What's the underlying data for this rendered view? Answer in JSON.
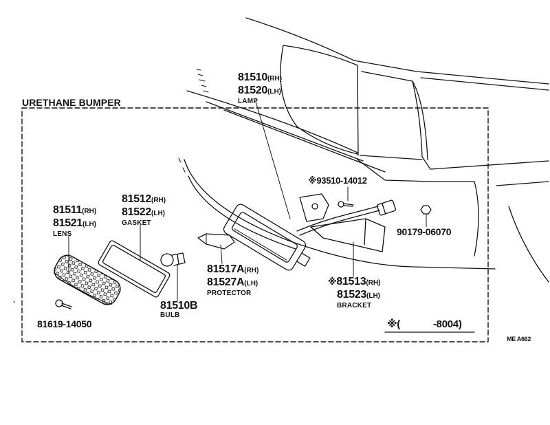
{
  "colors": {
    "ink": "#111111",
    "background": "#ffffff"
  },
  "diagram": {
    "section_title": "URETHANE BUMPER",
    "ref_code": "ME A662",
    "note": {
      "open": "※(",
      "close": "-8004)"
    },
    "parts": {
      "lamp": {
        "rh": {
          "code": "81510",
          "side": "(RH)"
        },
        "lh": {
          "code": "81520",
          "side": "(LH)"
        },
        "name": "LAMP"
      },
      "lens": {
        "rh": {
          "code": "81511",
          "side": "(RH)"
        },
        "lh": {
          "code": "81521",
          "side": "(LH)"
        },
        "name": "LENS"
      },
      "gasket": {
        "rh": {
          "code": "81512",
          "side": "(RH)"
        },
        "lh": {
          "code": "81522",
          "side": "(LH)"
        },
        "name": "GASKET"
      },
      "protector": {
        "rh": {
          "code": "81517A",
          "side": "(RH)"
        },
        "lh": {
          "code": "81527A",
          "side": "(LH)"
        },
        "name": "PROTECTOR"
      },
      "bracket": {
        "mark": "※",
        "rh": {
          "code": "81513",
          "side": "(RH)"
        },
        "lh": {
          "code": "81523",
          "side": "(LH)"
        },
        "name": "BRACKET"
      },
      "bulb": {
        "code": "81510B",
        "name": "BULB"
      },
      "screw_upper": {
        "mark": "※",
        "code": "93510-14012"
      },
      "nut": {
        "code": "90179-06070"
      },
      "screw_lens": {
        "code": "81619-14050"
      }
    }
  }
}
